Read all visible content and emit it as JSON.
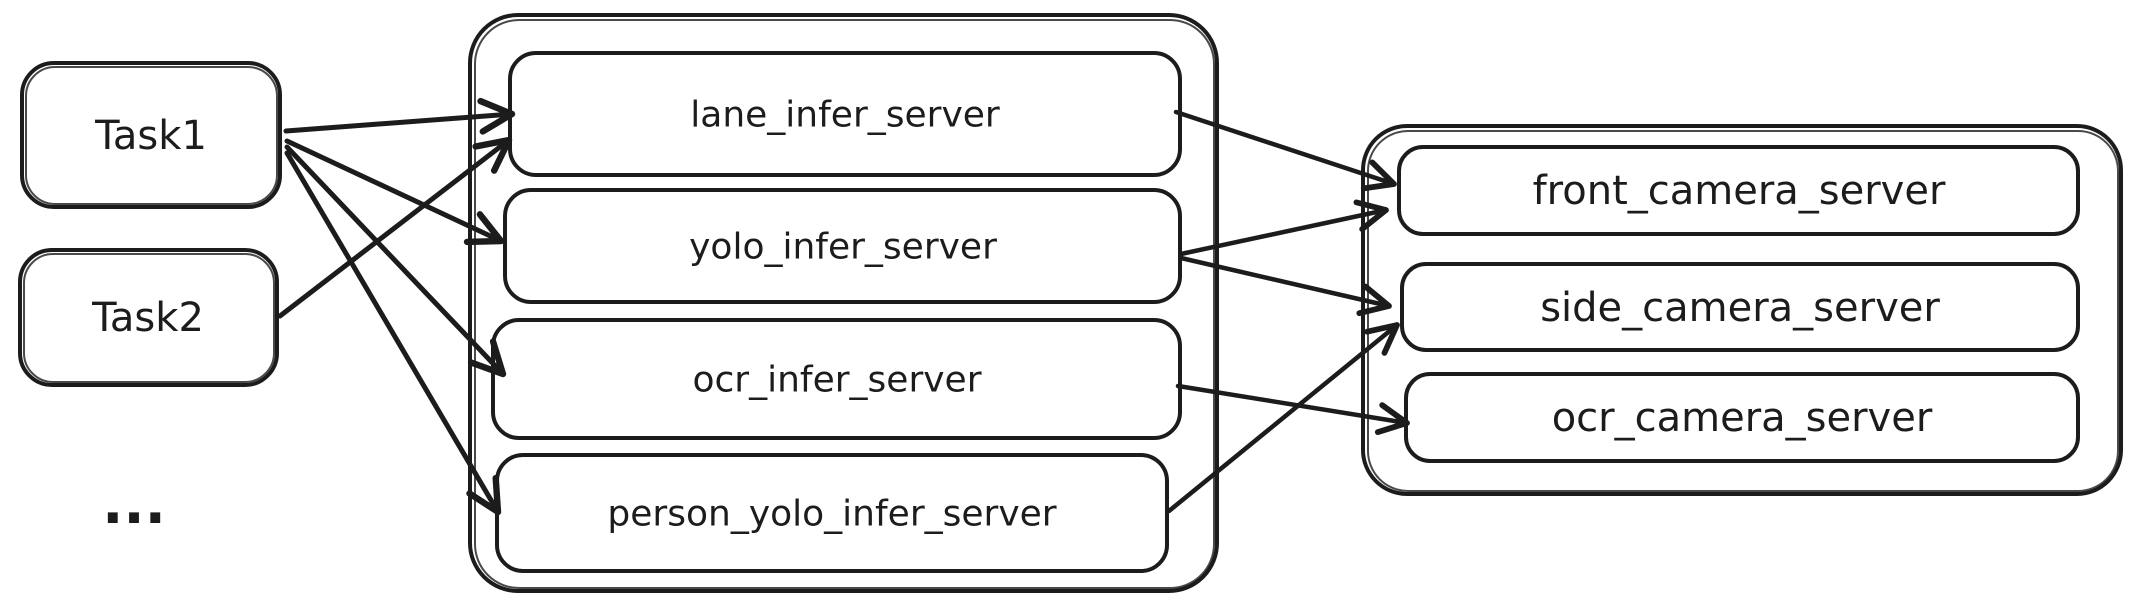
{
  "canvas": {
    "background": "#ffffff",
    "stroke_color": "#1c1c1c",
    "style": "hand-drawn whiteboard diagram"
  },
  "tasks": {
    "items": [
      {
        "id": "task1",
        "label": "Task1"
      },
      {
        "id": "task2",
        "label": "Task2"
      }
    ],
    "more_indicator": "..."
  },
  "infer_group": {
    "items": [
      {
        "id": "lane_infer_server",
        "label": "lane_infer_server"
      },
      {
        "id": "yolo_infer_server",
        "label": "yolo_infer_server"
      },
      {
        "id": "ocr_infer_server",
        "label": "ocr_infer_server"
      },
      {
        "id": "person_yolo_infer_server",
        "label": "person_yolo_infer_server"
      }
    ]
  },
  "camera_group": {
    "items": [
      {
        "id": "front_camera_server",
        "label": "front_camera_server"
      },
      {
        "id": "side_camera_server",
        "label": "side_camera_server"
      },
      {
        "id": "ocr_camera_server",
        "label": "ocr_camera_server"
      }
    ]
  },
  "edges": [
    {
      "from": "Task1",
      "to": "lane_infer_server"
    },
    {
      "from": "Task1",
      "to": "yolo_infer_server"
    },
    {
      "from": "Task1",
      "to": "ocr_infer_server"
    },
    {
      "from": "Task1",
      "to": "person_yolo_infer_server"
    },
    {
      "from": "Task2",
      "to": "lane_infer_server"
    },
    {
      "from": "lane_infer_server",
      "to": "front_camera_server"
    },
    {
      "from": "yolo_infer_server",
      "to": "front_camera_server"
    },
    {
      "from": "yolo_infer_server",
      "to": "side_camera_server"
    },
    {
      "from": "ocr_infer_server",
      "to": "ocr_camera_server"
    },
    {
      "from": "person_yolo_infer_server",
      "to": "side_camera_server"
    }
  ]
}
